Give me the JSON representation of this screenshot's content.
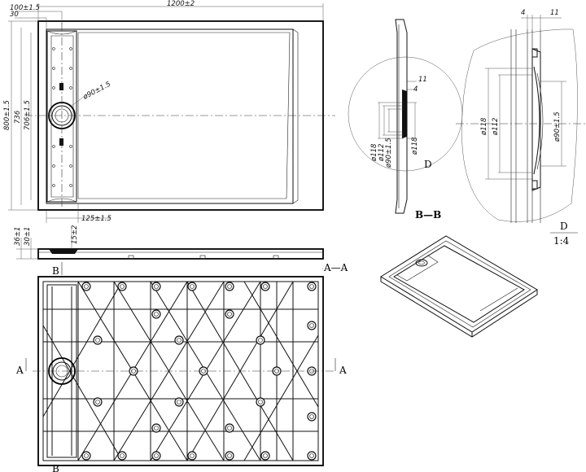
{
  "top_view": {
    "dims": {
      "width": "1200±2",
      "edge_offset": "100±1.5",
      "rim": "30",
      "depth": "800±1.5",
      "inner_depth": "736",
      "inner_depth_tol": "706±1.5",
      "drain_dia": "ø90±1.5",
      "drain_offset": "125±1.5"
    }
  },
  "side_view": {
    "dims": {
      "height_total": "36±1",
      "height_body": "30±1",
      "height_drain": "15±2"
    },
    "section_label": "A—A",
    "section_mark": "B"
  },
  "bottom_view": {
    "section_mark_left": "A",
    "section_mark_right": "A",
    "section_mark_bottom": "B"
  },
  "section_bb": {
    "title": "B—B",
    "detail_mark": "D",
    "dims": {
      "d_outer": "ø118",
      "d_mid": "ø112",
      "d_inner": "ø90±1.5",
      "d_right": "ø118",
      "t1": "11",
      "t2": "4"
    }
  },
  "detail_d": {
    "title": "D",
    "scale": "1:4",
    "dims": {
      "d_outer": "ø118",
      "d_mid": "ø112",
      "d_inner": "ø90±1.5",
      "t1": "4",
      "t2": "11"
    }
  }
}
